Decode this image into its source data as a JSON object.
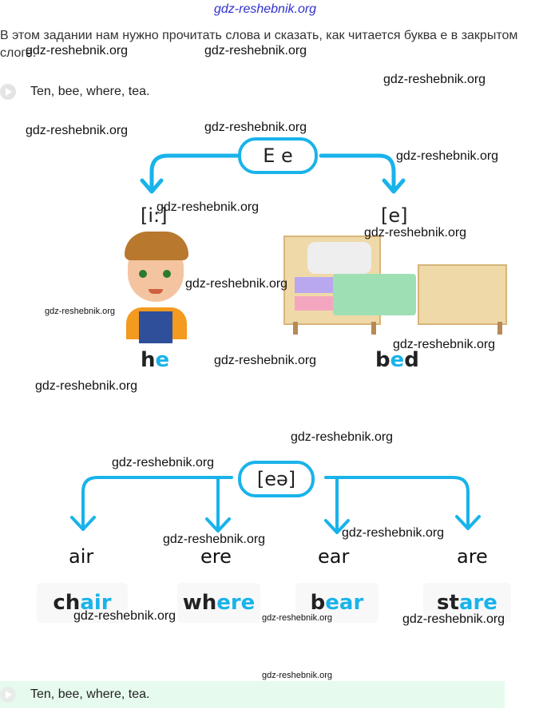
{
  "watermark": "gdz-reshebnik.org",
  "intro": "В этом задании нам нужно прочитать слова и сказать, как читается буква е в закрытом слоге.",
  "audio_top": "Ten, bee, where, tea.",
  "audio_bottom": "Ten, bee, where, tea.",
  "diagram1": {
    "letter": "E e",
    "left_sound": "[i:]",
    "right_sound": "[e]",
    "left_word": {
      "pre": "h",
      "hl": "e",
      "post": ""
    },
    "right_word": {
      "pre": "b",
      "hl": "e",
      "post": "d"
    }
  },
  "diagram2": {
    "sound": "[eə]",
    "spellings": [
      "air",
      "ere",
      "ear",
      "are"
    ],
    "words": [
      {
        "pre": "ch",
        "hl": "air"
      },
      {
        "pre": "wh",
        "hl": "ere"
      },
      {
        "pre": "b",
        "hl": "ear"
      },
      {
        "pre": "st",
        "hl": "are"
      }
    ]
  },
  "colors": {
    "accent": "#19b3ea",
    "audio_bg": "#e6fbee"
  }
}
